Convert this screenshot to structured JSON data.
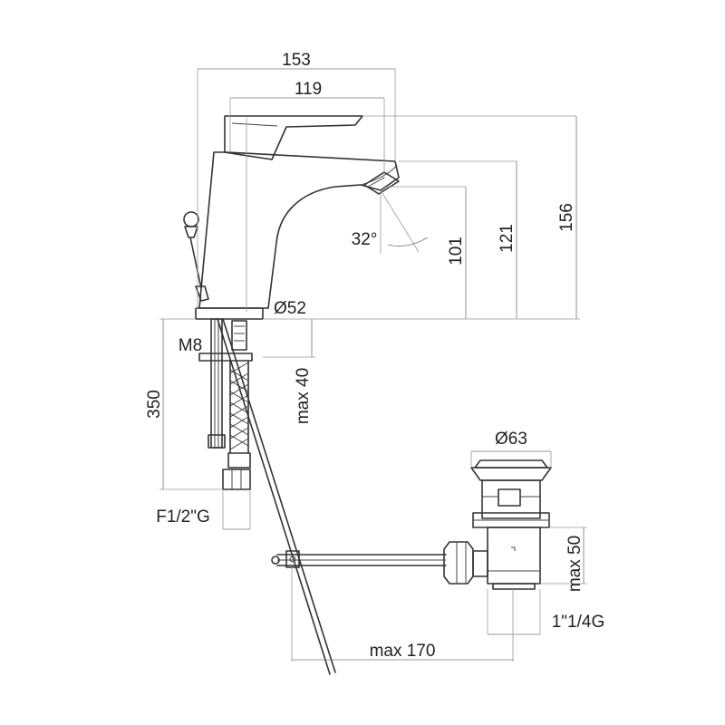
{
  "dimensions": {
    "width_overall": "153",
    "width_spout": "119",
    "height_overall": "156",
    "height_lever": "121",
    "height_outlet": "101",
    "angle_lever": "32°",
    "diameter_base": "Ø52",
    "thread_rod": "M8",
    "hose_length": "350",
    "max_depth": "max 40",
    "hose_thread": "F1/2\"G",
    "diameter_waste": "Ø63",
    "max_waste_height": "max 50",
    "waste_thread": "1\"1/4G",
    "max_rod_length": "max 170"
  },
  "colors": {
    "line": "#333333",
    "dimension": "#888888",
    "text": "#222222"
  }
}
